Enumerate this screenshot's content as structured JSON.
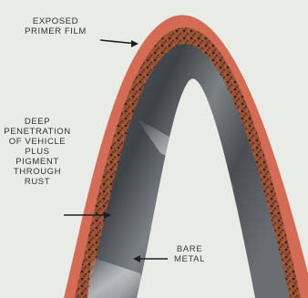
{
  "labels": {
    "exposed_primer_film": "EXPOSED\nPRIMER FILM",
    "deep_penetration": "DEEP\nPENETRATION\nOF VEHICLE\nPLUS\nPIGMENT\nTHROUGH\nRUST",
    "bare_metal": "BARE\nMETAL"
  },
  "colors": {
    "background": "#e9ebe6",
    "primer_film": "#d36b55",
    "rust_layer": "#8a4a32",
    "metal_dark": "#4e5258",
    "metal_light": "#a7acb0",
    "leader_lines": "#1e2024"
  }
}
